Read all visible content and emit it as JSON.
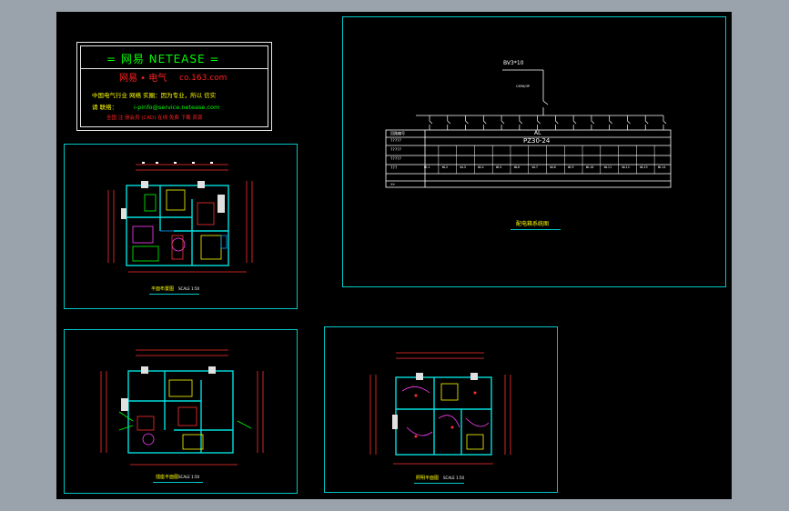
{
  "title_block": {
    "title": "= 网易 NETEASE =",
    "subtitle_brand": "网易 • 电气",
    "subtitle_url": "co.163.com",
    "line1": "中国电气行业 网络 实圈：因为专业，所以 信实",
    "line2_label": "请 联络：",
    "line2_email": "i-pinfo@service.netease.com",
    "line3": "全国 注 册会员 (CAD) 在线 免费 下载 资源"
  },
  "schematic": {
    "incoming_label": "BV3*10",
    "breaker_label": "C65N/3P",
    "panel_id": "AL",
    "panel_model": "PZ30-24",
    "row_labels": [
      "回路编号",
      "?????",
      "?????",
      "?????",
      "???",
      ">>"
    ],
    "circuits": [
      "WL1",
      "WL2",
      "WL3",
      "WL4",
      "WL5",
      "WL6",
      "WL7",
      "WL8",
      "WL9",
      "WL10",
      "WL11",
      "WL12",
      "WL13",
      "WL14"
    ],
    "caption": "配电箱系统图"
  },
  "plans": [
    {
      "id": "plan-1",
      "label": "平面布置图",
      "scale": "SCALE 1:50"
    },
    {
      "id": "plan-2",
      "label": "插座平面图",
      "scale": "SCALE 1:50"
    },
    {
      "id": "plan-3",
      "label": "照明平面图",
      "scale": "SCALE 1:50"
    }
  ],
  "colors": {
    "background": "#000000",
    "frame": "#00c8c8",
    "title_text": "#00ff00",
    "accent_red": "#ff2020",
    "accent_yellow": "#ffff00"
  }
}
